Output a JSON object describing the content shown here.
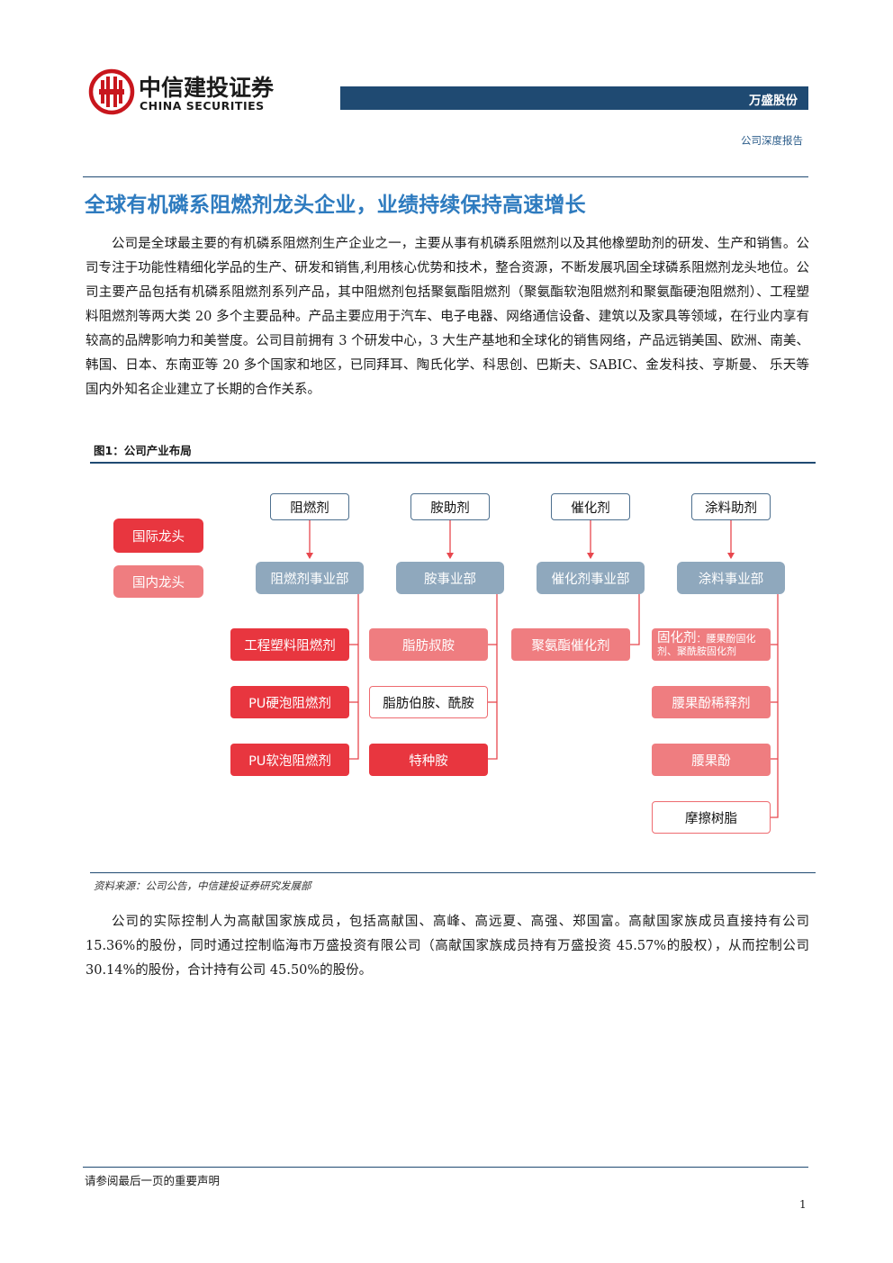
{
  "header": {
    "logo_cn": "中信建投证券",
    "logo_en": "CHINA SECURITIES",
    "company": "万盛股份",
    "report_type": "公司深度报告"
  },
  "section_title": "全球有机磷系阻燃剂龙头企业，业绩持续保持高速增长",
  "paragraph1": "公司是全球最主要的有机磷系阻燃剂生产企业之一，主要从事有机磷系阻燃剂以及其他橡塑助剂的研发、生产和销售。公司专注于功能性精细化学品的生产、研发和销售,利用核心优势和技术，整合资源，不断发展巩固全球磷系阻燃剂龙头地位。公司主要产品包括有机磷系阻燃剂系列产品，其中阻燃剂包括聚氨酯阻燃剂（聚氨酯软泡阻燃剂和聚氨酯硬泡阻燃剂）、工程塑料阻燃剂等两大类 20 多个主要品种。产品主要应用于汽车、电子电器、网络通信设备、建筑以及家具等领域，在行业内享有较高的品牌影响力和美誉度。公司目前拥有 3 个研发中心，3 大生产基地和全球化的销售网络，产品远销美国、欧洲、南美、韩国、日本、东南亚等 20 多个国家和地区，已同拜耳、陶氏化学、科思创、巴斯夫、SABIC、金发科技、亨斯曼、 乐天等国内外知名企业建立了长期的合作关系。",
  "figure": {
    "caption": "图1：公司产业布局",
    "source": "资料来源：公司公告，中信建投证券研究发展部",
    "legend": {
      "intl": "国际龙头",
      "dom": "国内龙头"
    },
    "categories": [
      "阻燃剂",
      "胺助剂",
      "催化剂",
      "涂料助剂"
    ],
    "departments": [
      "阻燃剂事业部",
      "胺事业部",
      "催化剂事业部",
      "涂料事业部"
    ],
    "flame_products": [
      "工程塑料阻燃剂",
      "PU硬泡阻燃剂",
      "PU软泡阻燃剂"
    ],
    "amine_products": [
      "脂肪叔胺",
      "脂肪伯胺、酰胺",
      "特种胺"
    ],
    "catalyst_products": [
      "聚氨酯催化剂"
    ],
    "coating_curing_main": "固化剂",
    "coating_curing_sub": "：腰果酚固化剂、聚酰胺固化剂",
    "coating_products": [
      "腰果酚稀释剂",
      "腰果酚",
      "摩擦树脂"
    ]
  },
  "paragraph2": "公司的实际控制人为高献国家族成员，包括高献国、高峰、高远夏、高强、郑国富。高献国家族成员直接持有公司 15.36%的股份，同时通过控制临海市万盛投资有限公司（高献国家族成员持有万盛投资 45.57%的股权），从而控制公司 30.14%的股份，合计持有公司 45.50%的股份。",
  "footer": {
    "note": "请参阅最后一页的重要声明",
    "page": "1"
  }
}
